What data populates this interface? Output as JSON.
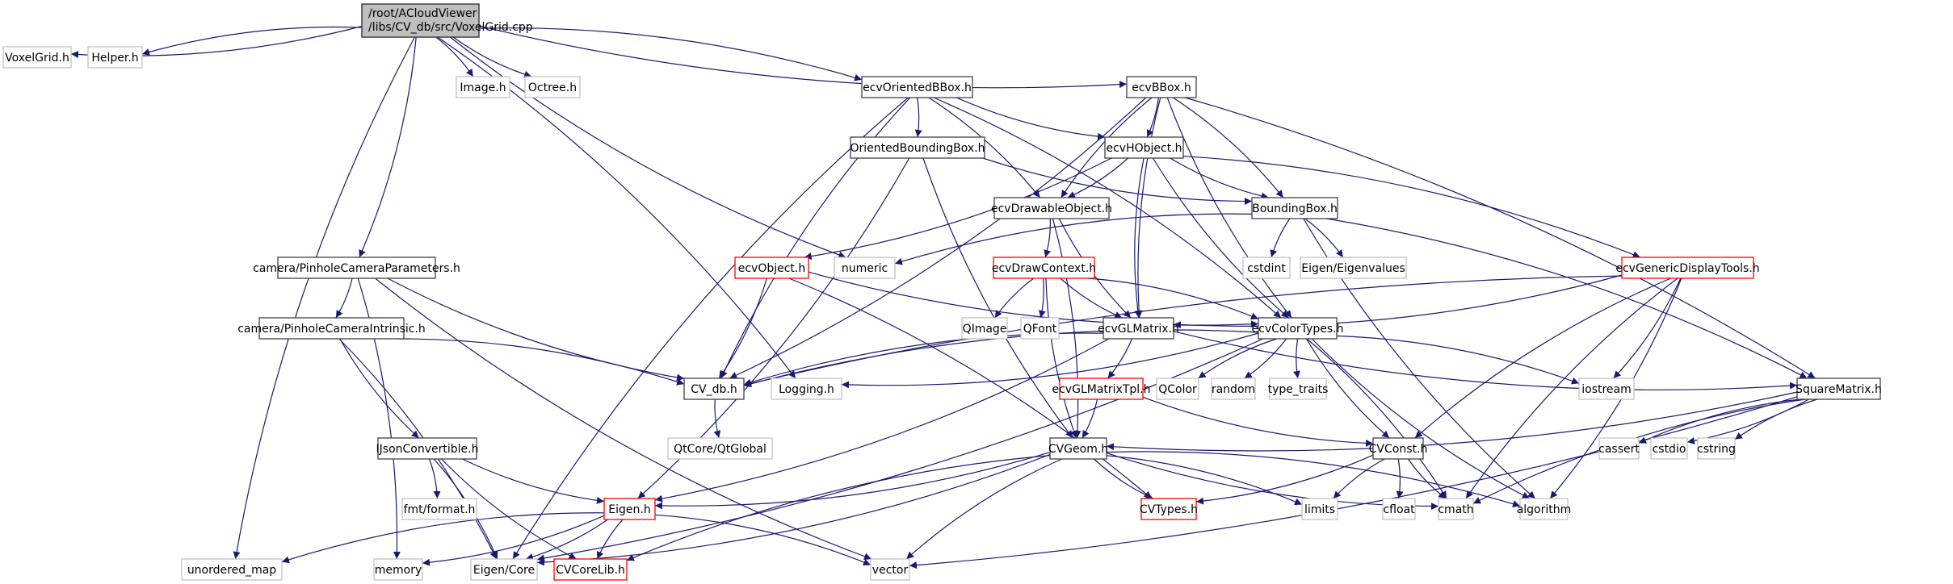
{
  "graph": {
    "title": "Include dependency graph for VoxelGrid.cpp",
    "colors": {
      "edge": "#191970",
      "root_fill": "#bfbfbf",
      "root_border": "#404040",
      "documented_border": "#404040",
      "external_border": "#bfbfbf",
      "truncated_border": "#ff0000"
    },
    "nodes": [
      {
        "id": "root",
        "label_lines": [
          "/root/ACloudViewer",
          "/libs/CV_db/src/VoxelGrid.cpp"
        ],
        "kind": "root"
      },
      {
        "id": "voxelgrid_h",
        "label_lines": [
          "VoxelGrid.h"
        ],
        "kind": "external"
      },
      {
        "id": "helper_h",
        "label_lines": [
          "Helper.h"
        ],
        "kind": "external"
      },
      {
        "id": "image_h",
        "label_lines": [
          "Image.h"
        ],
        "kind": "external"
      },
      {
        "id": "octree_h",
        "label_lines": [
          "Octree.h"
        ],
        "kind": "external"
      },
      {
        "id": "ecvorientedbbox_h",
        "label_lines": [
          "ecvOrientedBBox.h"
        ],
        "kind": "documented"
      },
      {
        "id": "ecvbbox_h",
        "label_lines": [
          "ecvBBox.h"
        ],
        "kind": "documented"
      },
      {
        "id": "orientedboundingbox_h",
        "label_lines": [
          "OrientedBoundingBox.h"
        ],
        "kind": "documented"
      },
      {
        "id": "ecvhobject_h",
        "label_lines": [
          "ecvHObject.h"
        ],
        "kind": "documented"
      },
      {
        "id": "ecvdrawableobject_h",
        "label_lines": [
          "ecvDrawableObject.h"
        ],
        "kind": "documented"
      },
      {
        "id": "boundingbox_h",
        "label_lines": [
          "BoundingBox.h"
        ],
        "kind": "documented"
      },
      {
        "id": "pinholecameraparameters_h",
        "label_lines": [
          "camera/PinholeCameraParameters.h"
        ],
        "kind": "documented"
      },
      {
        "id": "ecvobject_h",
        "label_lines": [
          "ecvObject.h"
        ],
        "kind": "truncated"
      },
      {
        "id": "numeric",
        "label_lines": [
          "numeric"
        ],
        "kind": "external"
      },
      {
        "id": "ecvdrawcontext_h",
        "label_lines": [
          "ecvDrawContext.h"
        ],
        "kind": "truncated"
      },
      {
        "id": "cstdint",
        "label_lines": [
          "cstdint"
        ],
        "kind": "external"
      },
      {
        "id": "eigen_eigenvalues",
        "label_lines": [
          "Eigen/Eigenvalues"
        ],
        "kind": "external"
      },
      {
        "id": "ecvgenericdisplaytools_h",
        "label_lines": [
          "ecvGenericDisplayTools.h"
        ],
        "kind": "truncated"
      },
      {
        "id": "pinholecameraintrinsic_h",
        "label_lines": [
          "camera/PinholeCameraIntrinsic.h"
        ],
        "kind": "documented"
      },
      {
        "id": "qimage",
        "label_lines": [
          "QImage"
        ],
        "kind": "external"
      },
      {
        "id": "qfont",
        "label_lines": [
          "QFont"
        ],
        "kind": "external"
      },
      {
        "id": "ecvglmatrix_h",
        "label_lines": [
          "ecvGLMatrix.h"
        ],
        "kind": "documented"
      },
      {
        "id": "ecvcolortypes_h",
        "label_lines": [
          "ecvColorTypes.h"
        ],
        "kind": "documented"
      },
      {
        "id": "cv_db_h",
        "label_lines": [
          "CV_db.h"
        ],
        "kind": "documented"
      },
      {
        "id": "logging_h",
        "label_lines": [
          "Logging.h"
        ],
        "kind": "external"
      },
      {
        "id": "qcolor",
        "label_lines": [
          "QColor"
        ],
        "kind": "external"
      },
      {
        "id": "random",
        "label_lines": [
          "random"
        ],
        "kind": "external"
      },
      {
        "id": "type_traits",
        "label_lines": [
          "type_traits"
        ],
        "kind": "external"
      },
      {
        "id": "ecvglmatrixtpl_h",
        "label_lines": [
          "ecvGLMatrixTpl.h"
        ],
        "kind": "truncated"
      },
      {
        "id": "iostream",
        "label_lines": [
          "iostream"
        ],
        "kind": "external"
      },
      {
        "id": "squarematrix_h",
        "label_lines": [
          "SquareMatrix.h"
        ],
        "kind": "documented"
      },
      {
        "id": "ijsonconvertible_h",
        "label_lines": [
          "IJsonConvertible.h"
        ],
        "kind": "documented"
      },
      {
        "id": "qtcore_qtglobal",
        "label_lines": [
          "QtCore/QtGlobal"
        ],
        "kind": "external"
      },
      {
        "id": "cvgeom_h",
        "label_lines": [
          "CVGeom.h"
        ],
        "kind": "documented"
      },
      {
        "id": "cvconst_h",
        "label_lines": [
          "CVConst.h"
        ],
        "kind": "documented"
      },
      {
        "id": "cassert",
        "label_lines": [
          "cassert"
        ],
        "kind": "external"
      },
      {
        "id": "cstdio",
        "label_lines": [
          "cstdio"
        ],
        "kind": "external"
      },
      {
        "id": "cstring",
        "label_lines": [
          "cstring"
        ],
        "kind": "external"
      },
      {
        "id": "fmt_format_h",
        "label_lines": [
          "fmt/format.h"
        ],
        "kind": "external"
      },
      {
        "id": "eigen_h",
        "label_lines": [
          "Eigen.h"
        ],
        "kind": "truncated"
      },
      {
        "id": "cvtypes_h",
        "label_lines": [
          "CVTypes.h"
        ],
        "kind": "truncated"
      },
      {
        "id": "limits",
        "label_lines": [
          "limits"
        ],
        "kind": "external"
      },
      {
        "id": "cfloat",
        "label_lines": [
          "cfloat"
        ],
        "kind": "external"
      },
      {
        "id": "cmath",
        "label_lines": [
          "cmath"
        ],
        "kind": "external"
      },
      {
        "id": "algorithm",
        "label_lines": [
          "algorithm"
        ],
        "kind": "external"
      },
      {
        "id": "unordered_map",
        "label_lines": [
          "unordered_map"
        ],
        "kind": "external"
      },
      {
        "id": "memory",
        "label_lines": [
          "memory"
        ],
        "kind": "external"
      },
      {
        "id": "eigen_core",
        "label_lines": [
          "Eigen/Core"
        ],
        "kind": "external"
      },
      {
        "id": "cvcorelib_h",
        "label_lines": [
          "CVCoreLib.h"
        ],
        "kind": "truncated"
      },
      {
        "id": "vector",
        "label_lines": [
          "vector"
        ],
        "kind": "external"
      }
    ],
    "edges": [
      [
        "root",
        "voxelgrid_h"
      ],
      [
        "root",
        "helper_h"
      ],
      [
        "root",
        "image_h"
      ],
      [
        "root",
        "octree_h"
      ],
      [
        "root",
        "ecvorientedbbox_h"
      ],
      [
        "root",
        "ecvbbox_h"
      ],
      [
        "root",
        "pinholecameraparameters_h"
      ],
      [
        "root",
        "numeric"
      ],
      [
        "root",
        "logging_h"
      ],
      [
        "root",
        "unordered_map"
      ],
      [
        "ecvorientedbbox_h",
        "orientedboundingbox_h"
      ],
      [
        "ecvorientedbbox_h",
        "ecvhobject_h"
      ],
      [
        "ecvorientedbbox_h",
        "ecvdrawableobject_h"
      ],
      [
        "ecvorientedbbox_h",
        "cv_db_h"
      ],
      [
        "ecvorientedbbox_h",
        "ecvcolortypes_h"
      ],
      [
        "ecvorientedbbox_h",
        "eigen_core"
      ],
      [
        "ecvbbox_h",
        "ecvhobject_h"
      ],
      [
        "ecvbbox_h",
        "ecvdrawableobject_h"
      ],
      [
        "ecvbbox_h",
        "boundingbox_h"
      ],
      [
        "ecvbbox_h",
        "ecvglmatrix_h"
      ],
      [
        "ecvbbox_h",
        "cv_db_h"
      ],
      [
        "ecvbbox_h",
        "ecvcolortypes_h"
      ],
      [
        "ecvbbox_h",
        "squarematrix_h"
      ],
      [
        "orientedboundingbox_h",
        "boundingbox_h"
      ],
      [
        "orientedboundingbox_h",
        "eigen_h"
      ],
      [
        "orientedboundingbox_h",
        "cvgeom_h"
      ],
      [
        "ecvhobject_h",
        "ecvdrawableobject_h"
      ],
      [
        "ecvhobject_h",
        "boundingbox_h"
      ],
      [
        "ecvhobject_h",
        "ecvobject_h"
      ],
      [
        "ecvhobject_h",
        "ecvglmatrix_h"
      ],
      [
        "ecvhobject_h",
        "ecvgenericdisplaytools_h"
      ],
      [
        "ecvhobject_h",
        "ecvcolortypes_h"
      ],
      [
        "ecvdrawableobject_h",
        "ecvdrawcontext_h"
      ],
      [
        "ecvdrawableobject_h",
        "ecvglmatrix_h"
      ],
      [
        "ecvdrawableobject_h",
        "cvgeom_h"
      ],
      [
        "boundingbox_h",
        "cstdint"
      ],
      [
        "boundingbox_h",
        "eigen_eigenvalues"
      ],
      [
        "boundingbox_h",
        "numeric"
      ],
      [
        "boundingbox_h",
        "squarematrix_h"
      ],
      [
        "boundingbox_h",
        "algorithm"
      ],
      [
        "pinholecameraparameters_h",
        "pinholecameraintrinsic_h"
      ],
      [
        "pinholecameraparameters_h",
        "cv_db_h"
      ],
      [
        "pinholecameraparameters_h",
        "memory"
      ],
      [
        "pinholecameraparameters_h",
        "vector"
      ],
      [
        "ecvobject_h",
        "cv_db_h"
      ],
      [
        "ecvobject_h",
        "ecvcolortypes_h"
      ],
      [
        "ecvobject_h",
        "cvtypes_h"
      ],
      [
        "ecvdrawcontext_h",
        "qimage"
      ],
      [
        "ecvdrawcontext_h",
        "qfont"
      ],
      [
        "ecvdrawcontext_h",
        "ecvglmatrix_h"
      ],
      [
        "ecvdrawcontext_h",
        "ecvcolortypes_h"
      ],
      [
        "ecvdrawcontext_h",
        "cvgeom_h"
      ],
      [
        "ecvgenericdisplaytools_h",
        "ecvglmatrix_h"
      ],
      [
        "ecvgenericdisplaytools_h",
        "cv_db_h"
      ],
      [
        "ecvgenericdisplaytools_h",
        "iostream"
      ],
      [
        "ecvgenericdisplaytools_h",
        "cvconst_h"
      ],
      [
        "ecvgenericdisplaytools_h",
        "algorithm"
      ],
      [
        "ecvgenericdisplaytools_h",
        "cmath"
      ],
      [
        "pinholecameraintrinsic_h",
        "cv_db_h"
      ],
      [
        "pinholecameraintrinsic_h",
        "ijsonconvertible_h"
      ],
      [
        "pinholecameraintrinsic_h",
        "eigen_core"
      ],
      [
        "ecvglmatrix_h",
        "cv_db_h"
      ],
      [
        "ecvglmatrix_h",
        "ecvglmatrixtpl_h"
      ],
      [
        "ecvglmatrix_h",
        "squarematrix_h"
      ],
      [
        "ecvglmatrix_h",
        "eigen_h"
      ],
      [
        "ecvcolortypes_h",
        "cv_db_h"
      ],
      [
        "ecvcolortypes_h",
        "logging_h"
      ],
      [
        "ecvcolortypes_h",
        "qcolor"
      ],
      [
        "ecvcolortypes_h",
        "random"
      ],
      [
        "ecvcolortypes_h",
        "type_traits"
      ],
      [
        "ecvcolortypes_h",
        "iostream"
      ],
      [
        "ecvcolortypes_h",
        "cvconst_h"
      ],
      [
        "ecvcolortypes_h",
        "cmath"
      ],
      [
        "ecvcolortypes_h",
        "algorithm"
      ],
      [
        "ecvcolortypes_h",
        "eigen_core"
      ],
      [
        "cv_db_h",
        "qtcore_qtglobal"
      ],
      [
        "ecvglmatrixtpl_h",
        "cvgeom_h"
      ],
      [
        "ecvglmatrixtpl_h",
        "cvconst_h"
      ],
      [
        "squarematrix_h",
        "cvgeom_h"
      ],
      [
        "squarematrix_h",
        "cassert"
      ],
      [
        "squarematrix_h",
        "cstdio"
      ],
      [
        "squarematrix_h",
        "cstring"
      ],
      [
        "squarematrix_h",
        "vector"
      ],
      [
        "squarematrix_h",
        "cmath"
      ],
      [
        "ijsonconvertible_h",
        "fmt_format_h"
      ],
      [
        "ijsonconvertible_h",
        "eigen_h"
      ],
      [
        "ijsonconvertible_h",
        "eigen_core"
      ],
      [
        "ijsonconvertible_h",
        "cvcorelib_h"
      ],
      [
        "cvgeom_h",
        "eigen_h"
      ],
      [
        "cvgeom_h",
        "cvtypes_h"
      ],
      [
        "cvgeom_h",
        "limits"
      ],
      [
        "cvgeom_h",
        "cmath"
      ],
      [
        "cvgeom_h",
        "algorithm"
      ],
      [
        "cvgeom_h",
        "vector"
      ],
      [
        "cvgeom_h",
        "eigen_core"
      ],
      [
        "cvgeom_h",
        "cvcorelib_h"
      ],
      [
        "cvconst_h",
        "cvtypes_h"
      ],
      [
        "cvconst_h",
        "limits"
      ],
      [
        "cvconst_h",
        "cfloat"
      ],
      [
        "cvconst_h",
        "cmath"
      ],
      [
        "eigen_h",
        "eigen_core"
      ],
      [
        "eigen_h",
        "cvcorelib_h"
      ],
      [
        "eigen_h",
        "memory"
      ],
      [
        "eigen_h",
        "unordered_map"
      ],
      [
        "eigen_h",
        "vector"
      ]
    ]
  }
}
